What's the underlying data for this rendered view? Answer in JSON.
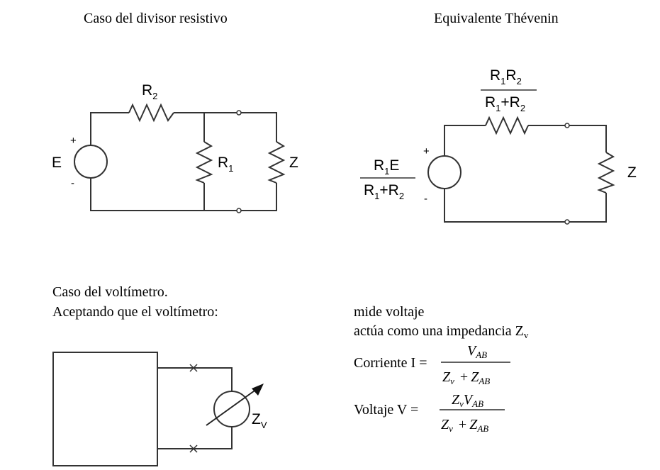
{
  "titles": {
    "left": "Caso del divisor resistivo",
    "right": "Equivalente Thévenin"
  },
  "divider": {
    "r2": "R",
    "r2_sub": "2",
    "e": "E",
    "plus": "+",
    "minus": "-",
    "r1": "R",
    "r1_sub": "1",
    "z": "Z"
  },
  "thevenin": {
    "top_num": "R",
    "top_num_s1": "1",
    "top_num_r": "R",
    "top_num_s2": "2",
    "top_den": "R",
    "top_den_s1": "1",
    "top_den_plus": "+R",
    "top_den_s2": "2",
    "left_num": "R",
    "left_num_s1": "1",
    "left_num_e": "E",
    "left_den": "R",
    "left_den_s1": "1",
    "left_den_plus": "+R",
    "left_den_s2": "2",
    "plus": "+",
    "minus": "-",
    "z": "Z"
  },
  "voltmeter": {
    "line1": "Caso del voltímetro.",
    "line2": "Aceptando que el voltímetro:",
    "zv": "Z",
    "zv_sub": "V",
    "point1": "mide voltaje",
    "point2": "actúa como una impedancia Z",
    "point2_sub": "v",
    "current_label": "Corriente I =",
    "voltage_label": "Voltaje V =",
    "V": "V",
    "AB": "AB",
    "Z": "Z",
    "v": "ν",
    "plus": "+"
  }
}
